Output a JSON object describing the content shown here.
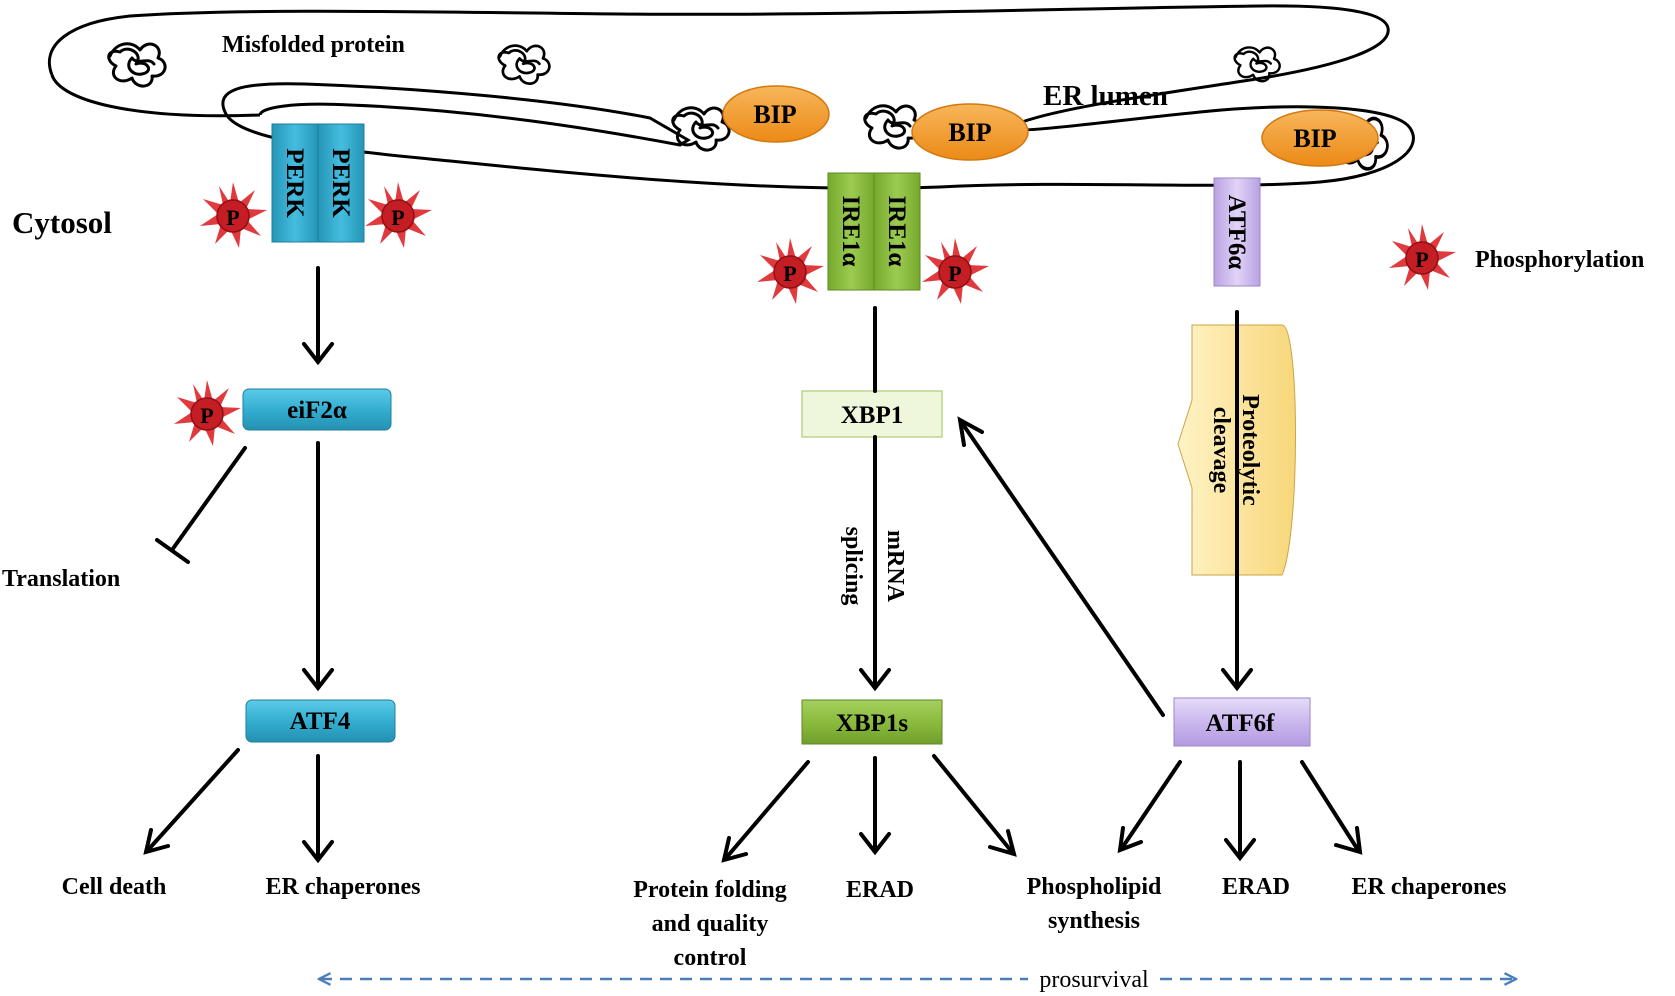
{
  "labels": {
    "misfolded_protein": "Misfolded protein",
    "er_lumen": "ER lumen",
    "cytosol": "Cytosol",
    "phosphorylation": "Phosphorylation",
    "p": "P",
    "bip": "BIP",
    "perk": "PERK",
    "ire1a": "IRE1α",
    "atf6a": "ATF6α",
    "eif2a": "eiF2α",
    "atf4": "ATF4",
    "xbp1": "XBP1",
    "xbp1s": "XBP1s",
    "atf6f": "ATF6f",
    "translation": "Translation",
    "mrna": "mRNA",
    "splicing": "splicing",
    "proteolytic": "Proteolytic",
    "cleavage": "cleavage",
    "cell_death": "Cell death",
    "er_chaperones": "ER chaperones",
    "protein_folding_1": "Protein folding",
    "protein_folding_2": "and quality",
    "protein_folding_3": "control",
    "erad": "ERAD",
    "phospholipid_1": "Phospholipid",
    "phospholipid_2": "synthesis",
    "prosurvival": "prosurvival"
  },
  "colors": {
    "perk": "#31a9c9",
    "ire1": "#8bbb3e",
    "xbp1": "#eef7dc",
    "atf6": "#c8b3ea",
    "bip": "#f39a2c",
    "phospho": "#d9262b",
    "cleavage": "#fbe49a",
    "prosurvival": "#4a7ebb"
  }
}
